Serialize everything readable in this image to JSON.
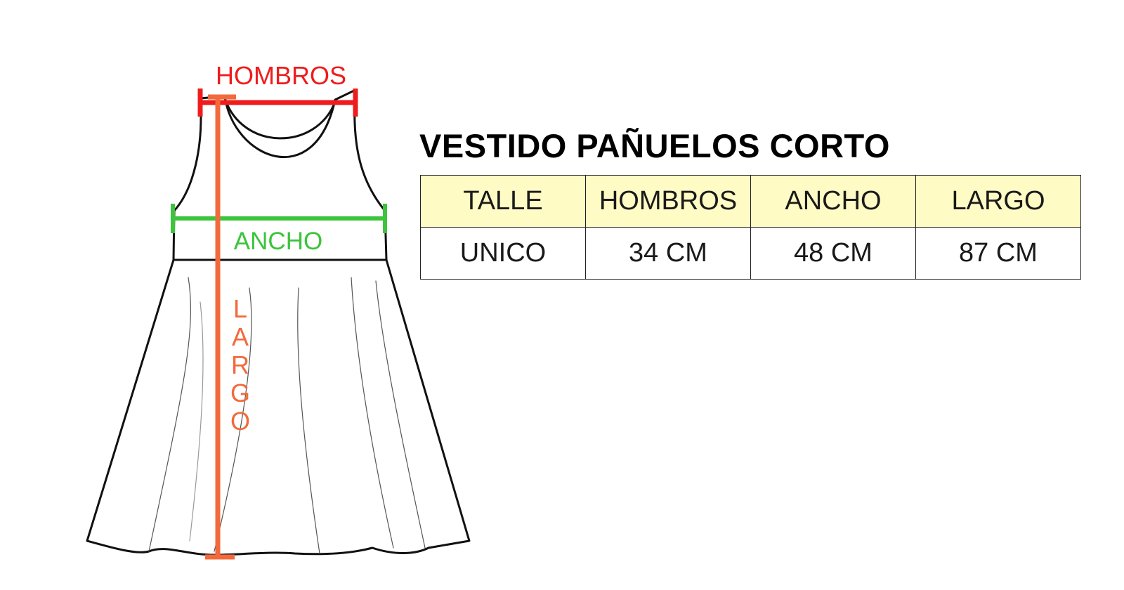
{
  "diagram": {
    "labels": {
      "hombros": "HOMBROS",
      "ancho": "ANCHO",
      "largo": "LARGO"
    },
    "colors": {
      "hombros": "#ee1c1c",
      "ancho": "#3cc43c",
      "largo": "#f26a3c",
      "outline": "#111111"
    }
  },
  "table": {
    "title": "VESTIDO PAÑUELOS CORTO",
    "headers": [
      "TALLE",
      "HOMBROS",
      "ANCHO",
      "LARGO"
    ],
    "rows": [
      [
        "UNICO",
        "34 CM",
        "48 CM",
        "87 CM"
      ]
    ],
    "header_background": "#fffbc5"
  }
}
